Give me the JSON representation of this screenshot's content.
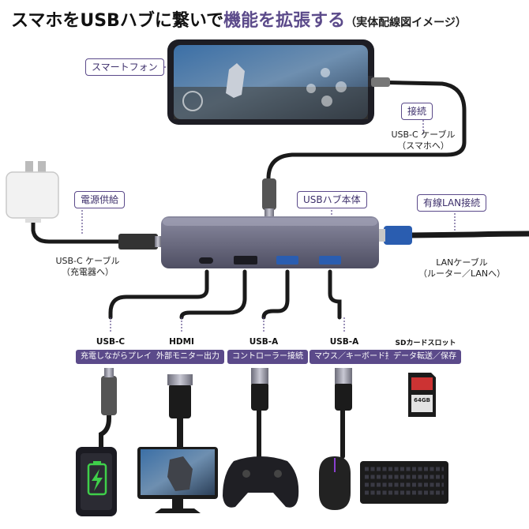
{
  "title": {
    "part1": "スマホをUSBハブに繋いで",
    "accent": "機能を拡張する",
    "note": "（実体配線図イメージ）"
  },
  "labels": {
    "smartphone": "スマートフォン",
    "connect": "接続",
    "phone_cable": "USB-C ケーブル\n（スマホへ）",
    "power": "電源供給",
    "charger_cable": "USB-C ケーブル\n（充電器へ）",
    "hub": "USBハブ本体",
    "lan": "有線LAN接続",
    "lan_cable": "LANケーブル\n（ルーター／LANへ）"
  },
  "ports": [
    {
      "name": "USB-C",
      "use": "充電しながらプレイ"
    },
    {
      "name": "HDMI",
      "use": "外部モニター出力"
    },
    {
      "name": "USB-A",
      "use": "コントローラー接続"
    },
    {
      "name": "USB-A",
      "use": "マウス／キーボード接続"
    },
    {
      "name": "SDカードスロット",
      "use": "データ転送／保存"
    }
  ],
  "sd_card_text": "64GB",
  "colors": {
    "accent": "#5b4a8a",
    "hub": "#6b6b7e",
    "cable": "#1a1a1a",
    "battery": "#3fcf4a"
  }
}
